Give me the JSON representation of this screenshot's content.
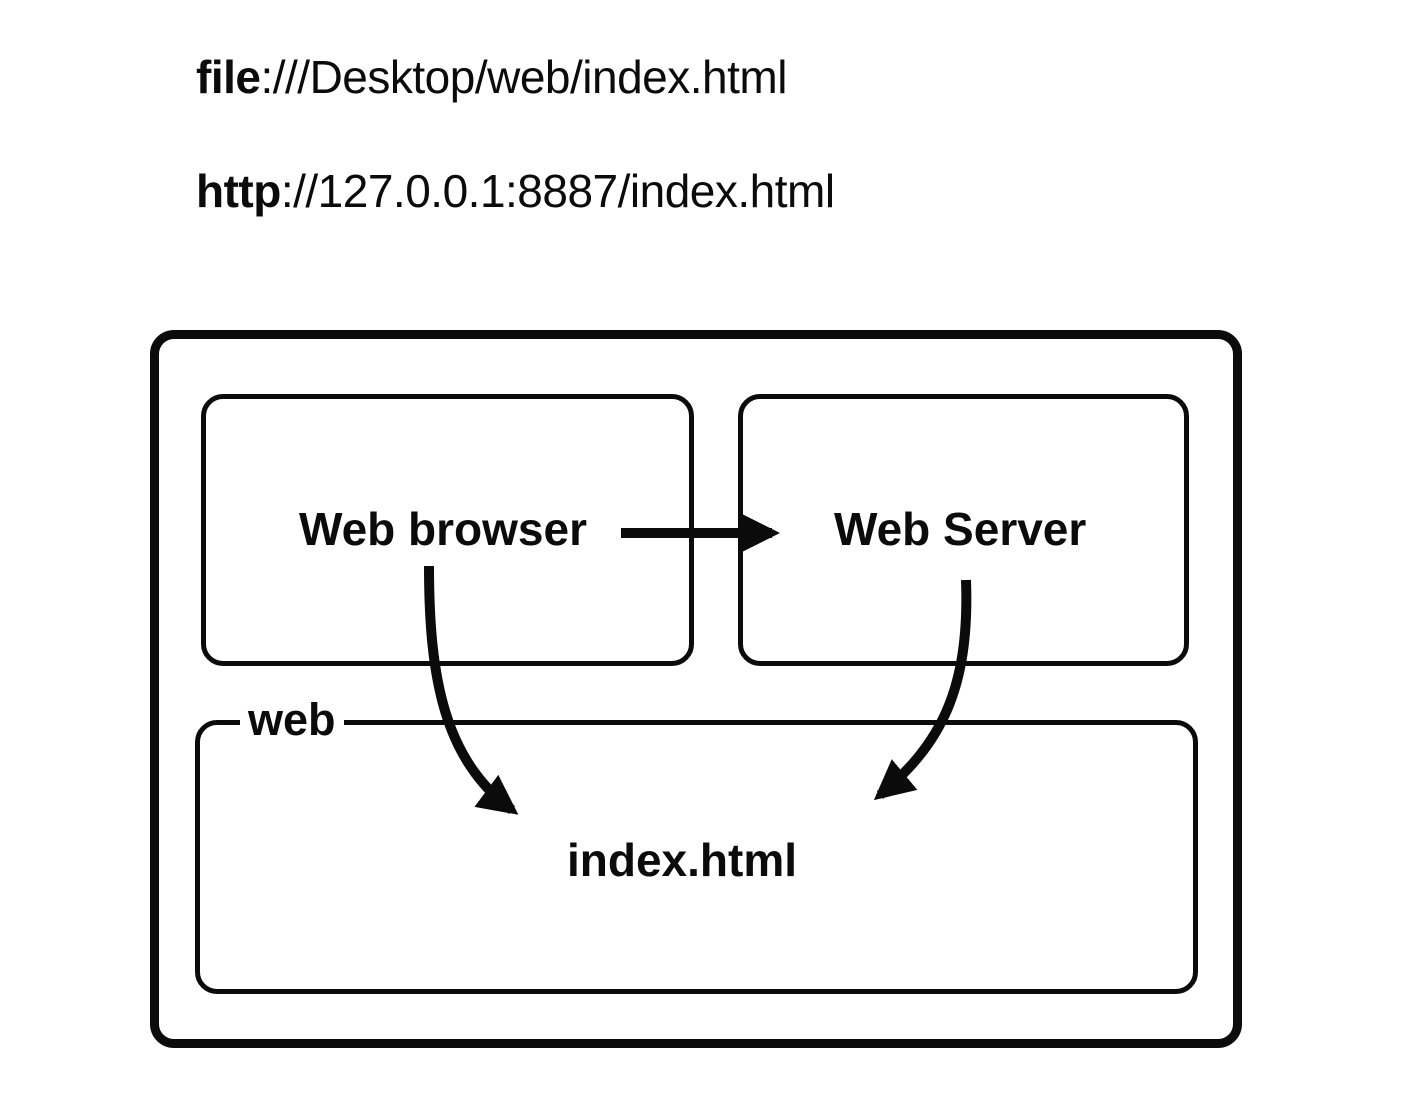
{
  "urls": {
    "file": {
      "scheme": "file",
      "rest": ":///Desktop/web/index.html"
    },
    "http": {
      "scheme": "http",
      "rest": "://127.0.0.1:8887/index.html"
    }
  },
  "diagram": {
    "browser_label": "Web browser",
    "server_label": "Web Server",
    "folder_label": "web",
    "file_label": "index.html"
  },
  "colors": {
    "ink": "#0b0b0b",
    "background": "#ffffff"
  }
}
